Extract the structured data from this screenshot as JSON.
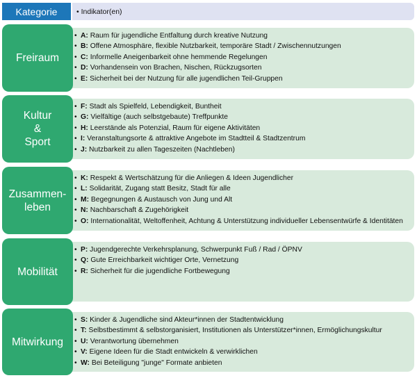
{
  "header": {
    "kategorie": "Kategorie",
    "indikator": "Indikator(en)"
  },
  "bullet": "•",
  "rows": [
    {
      "category": "Freiraum",
      "items": [
        {
          "letter": "A:",
          "text": "Raum für jugendliche Entfaltung durch kreative Nutzung"
        },
        {
          "letter": "B:",
          "text": "Offene Atmosphäre, flexible Nutzbarkeit, temporäre Stadt / Zwischennutzungen"
        },
        {
          "letter": "C:",
          "text": "Informelle Aneigenbarkeit ohne hemmende Regelungen"
        },
        {
          "letter": "D:",
          "text": "Vorhandensein von Brachen, Nischen, Rückzugsorten"
        },
        {
          "letter": "E:",
          "text": "Sicherheit bei der Nutzung für alle jugendlichen Teil-Gruppen"
        }
      ]
    },
    {
      "category": "Kultur\n&\nSport",
      "items": [
        {
          "letter": "F:",
          "text": "Stadt als Spielfeld, Lebendigkeit, Buntheit"
        },
        {
          "letter": "G:",
          "text": "Vielfältige (auch selbstgebaute) Treffpunkte"
        },
        {
          "letter": "H:",
          "text": "Leerstände als Potenzial, Raum für eigene Aktivitäten"
        },
        {
          "letter": "I:",
          "text": "Veranstaltungsorte & attraktive Angebote im Stadtteil & Stadtzentrum"
        },
        {
          "letter": "J:",
          "text": "Nutzbarkeit zu allen Tageszeiten (Nachtleben)"
        }
      ]
    },
    {
      "category": "Zusammen-\nleben",
      "items": [
        {
          "letter": "K:",
          "text": "Respekt & Wertschätzung für die Anliegen & Ideen Jugendlicher"
        },
        {
          "letter": "L:",
          "text": "Solidarität, Zugang statt Besitz, Stadt für alle"
        },
        {
          "letter": "M:",
          "text": "Begegnungen & Austausch von Jung und Alt"
        },
        {
          "letter": "N:",
          "text": "Nachbarschaft & Zugehörigkeit"
        },
        {
          "letter": "O:",
          "text": "Internationalität, Weltoffenheit, Achtung & Unterstützung individueller Lebensentwürfe & Identitäten"
        }
      ]
    },
    {
      "category": "Mobilität",
      "items": [
        {
          "letter": "P:",
          "text": "Jugendgerechte Verkehrsplanung, Schwerpunkt Fuß / Rad / ÖPNV"
        },
        {
          "letter": "Q:",
          "text": "Gute Erreichbarkeit wichtiger Orte, Vernetzung"
        },
        {
          "letter": "R:",
          "text": "Sicherheit für die jugendliche Fortbewegung"
        }
      ]
    },
    {
      "category": "Mitwirkung",
      "items": [
        {
          "letter": "S:",
          "text": "Kinder & Jugendliche sind Akteur*innen der Stadtentwicklung"
        },
        {
          "letter": "T:",
          "text": "Selbstbestimmt & selbstorganisiert, Institutionen als Unterstützer*innen, Ermöglichungskultur"
        },
        {
          "letter": "U:",
          "text": "Verantwortung übernehmen"
        },
        {
          "letter": "V:",
          "text": "Eigene Ideen für die Stadt entwickeln & verwirklichen"
        },
        {
          "letter": "W:",
          "text": "Bei Beteiligung \"junge\" Formate anbieten"
        }
      ]
    }
  ]
}
